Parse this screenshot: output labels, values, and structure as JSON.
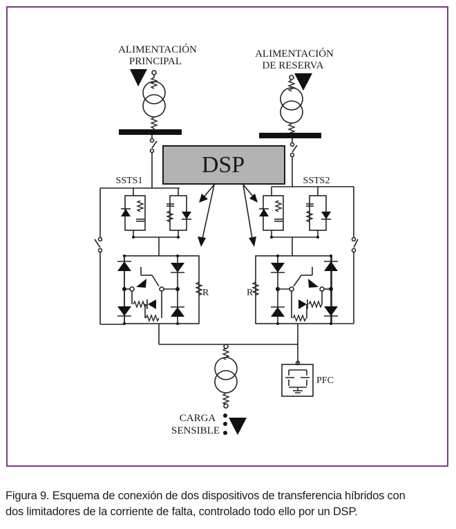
{
  "figure": {
    "labels": {
      "main_supply_line1": "ALIMENTACIÓN",
      "main_supply_line2": "PRINCIPAL",
      "reserve_supply_line1": "ALIMENTACIÓN",
      "reserve_supply_line2": "DE RESERVA",
      "controller": "DSP",
      "switch1": "SSTS1",
      "switch2": "SSTS2",
      "resistor_left": "R",
      "resistor_right": "R",
      "pfc": "PFC",
      "load_line1": "CARGA",
      "load_line2": "SENSIBLE"
    },
    "colors": {
      "frame_border": "#7b3a85",
      "dsp_fill": "#b3b3b3"
    }
  },
  "caption": {
    "line1": "Figura 9. Esquema de conexión de dos dispositivos de transferencia híbridos con",
    "line2": "dos limitadores de la corriente de falta, controlado todo ello por un DSP."
  }
}
